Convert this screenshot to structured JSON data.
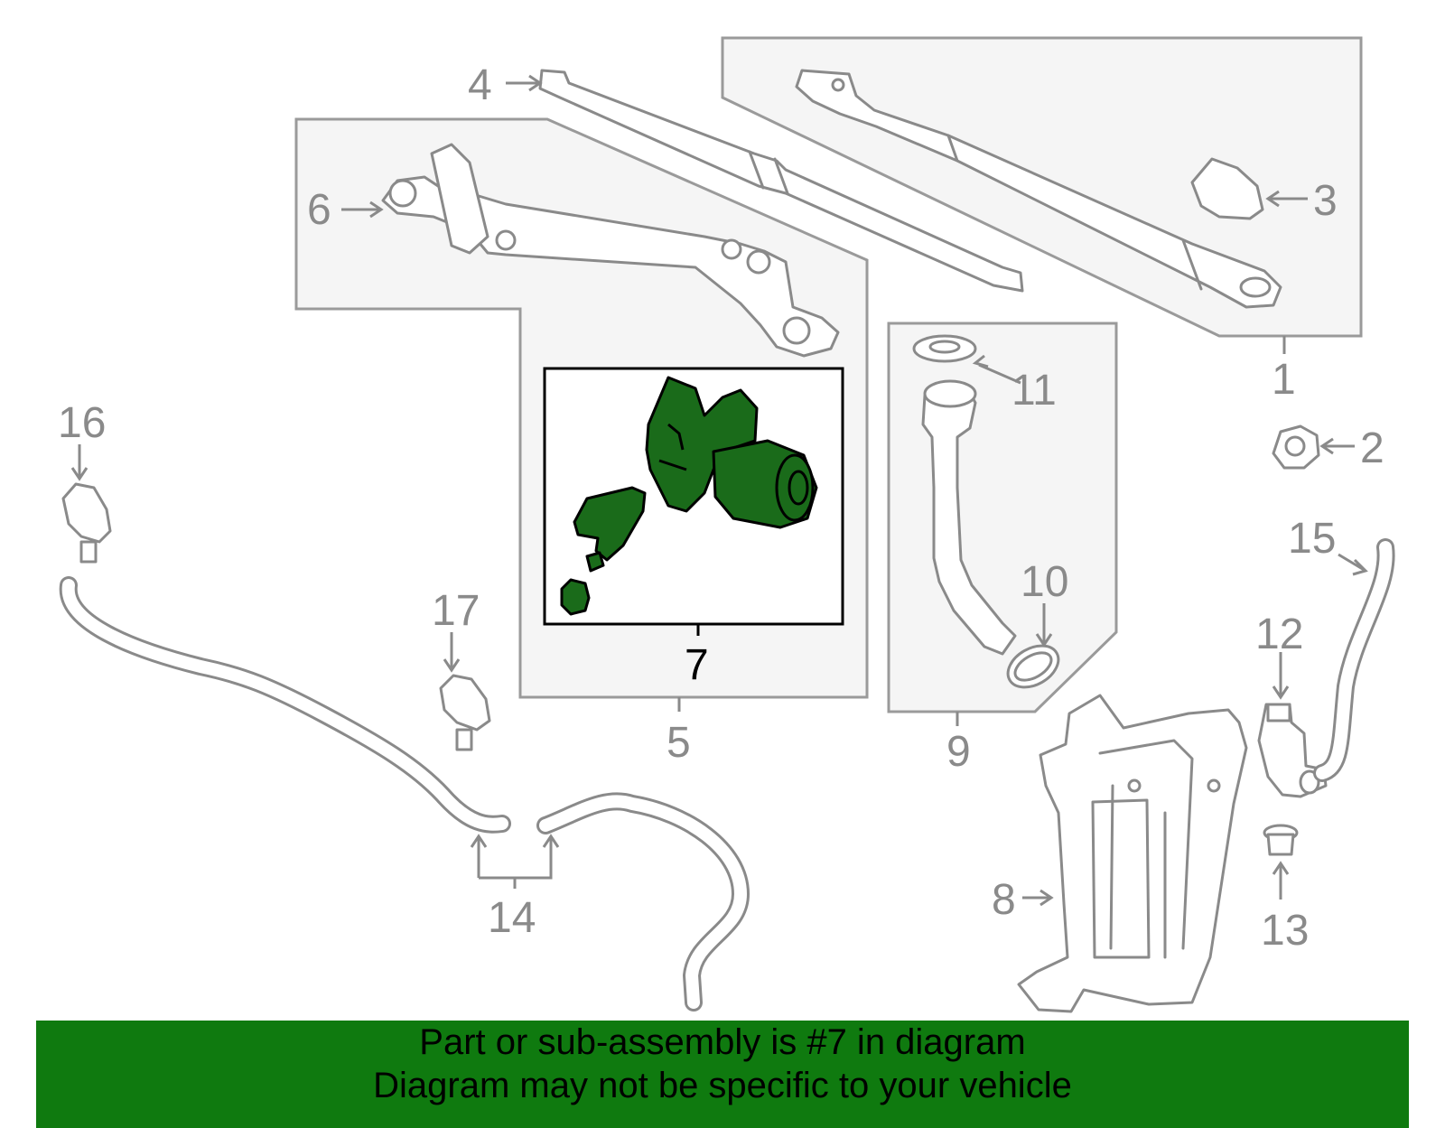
{
  "callouts": {
    "c1": "1",
    "c2": "2",
    "c3": "3",
    "c4": "4",
    "c5": "5",
    "c6": "6",
    "c7": "7",
    "c8": "8",
    "c9": "9",
    "c10": "10",
    "c11": "11",
    "c12": "12",
    "c13": "13",
    "c14": "14",
    "c15": "15",
    "c16": "16",
    "c17": "17"
  },
  "highlight": {
    "part_number": "7",
    "color": "#1a6b1a"
  },
  "banner": {
    "line1": "Part or sub-assembly is #7 in diagram",
    "line2": "Diagram may not be specific to your vehicle",
    "background": "#0f7a0f"
  }
}
